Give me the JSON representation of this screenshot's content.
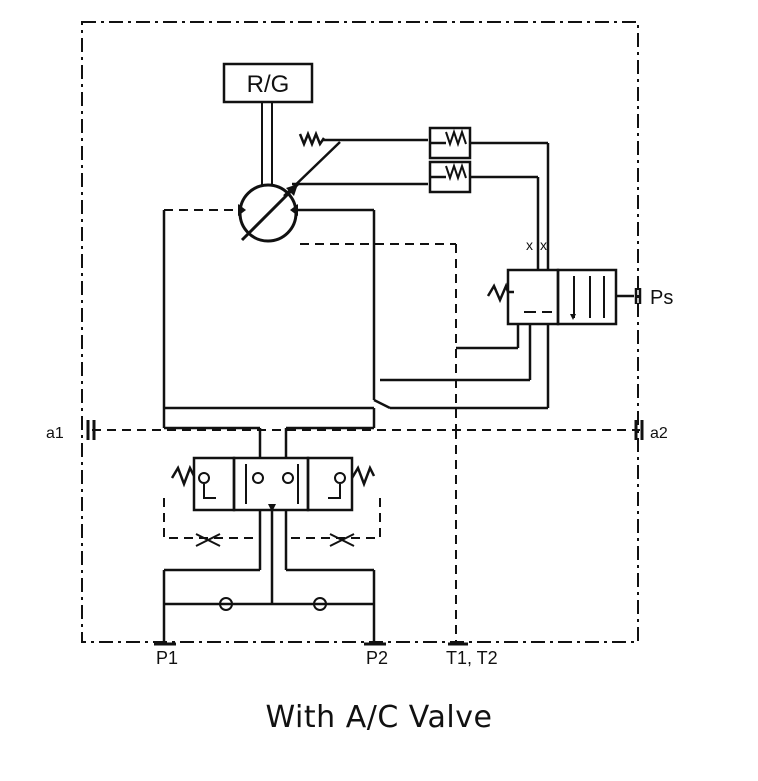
{
  "labels": {
    "gauge_box": "R/G",
    "port_a1": "a1",
    "port_a2": "a2",
    "port_ps": "Ps",
    "port_p1": "P1",
    "port_p2": "P2",
    "port_t": "T1, T2"
  },
  "caption": "With A/C Valve"
}
